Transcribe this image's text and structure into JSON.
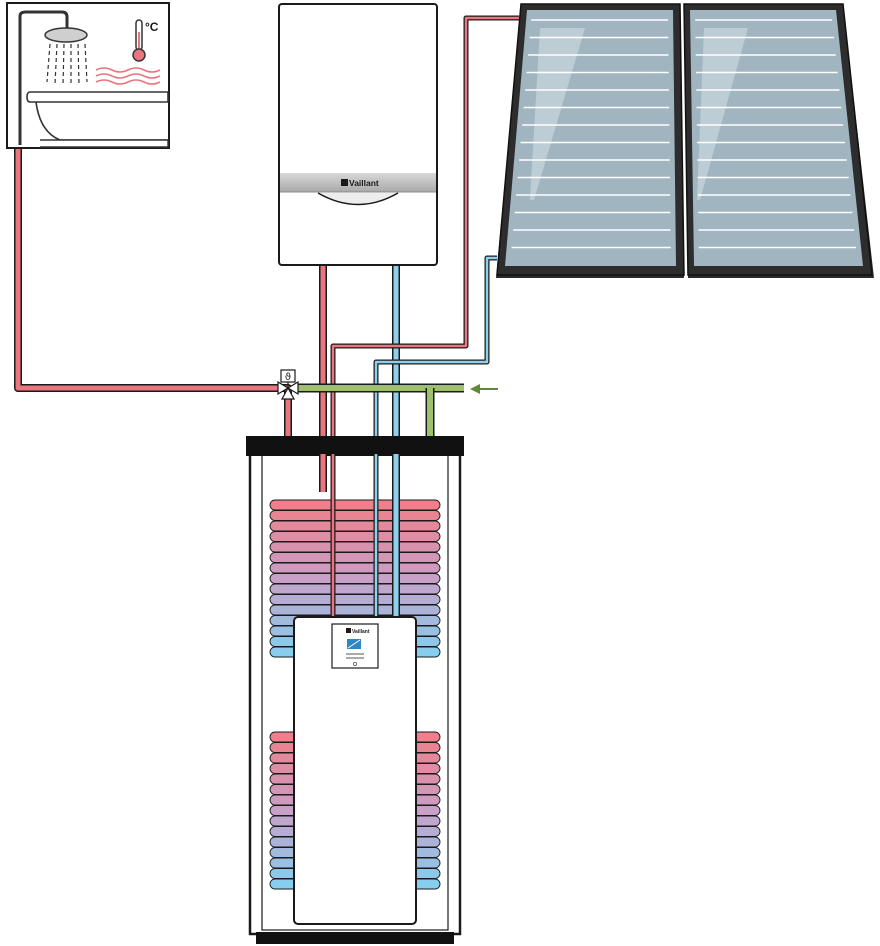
{
  "labels": {
    "temperature_unit": "°C",
    "boiler_brand": "Vaillant",
    "controller_brand": "Vaillant",
    "valve_symbol": "ϑ"
  },
  "colors": {
    "hot": "#e8757f",
    "cold": "#8fd0ec",
    "mains": "#9dbf6e",
    "outline": "#1a1a1a",
    "panel_glass": "#9fb4c0",
    "tank_cap": "#111111"
  },
  "icons": [
    "shower-icon",
    "thermometer-icon",
    "bathtub-icon",
    "heat-waves-icon",
    "inlet-arrow-icon",
    "thermostatic-valve-icon"
  ]
}
